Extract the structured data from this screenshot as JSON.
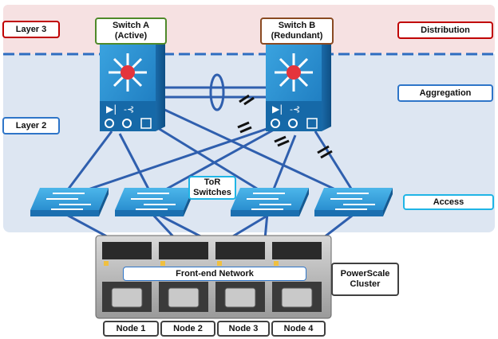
{
  "labels": {
    "layer3": "Layer 3",
    "layer2": "Layer 2",
    "distribution": "Distribution",
    "aggregation": "Aggregation",
    "access": "Access",
    "switch_a": "Switch A (Active)",
    "switch_b": "Switch B (Redundant)",
    "tor_switches": "ToR Switches",
    "frontend_network": "Front-end Network",
    "cluster": "PowerScale Cluster",
    "nodes": [
      "Node 1",
      "Node 2",
      "Node 3",
      "Node 4"
    ]
  },
  "colors": {
    "layer3_band": "#f6e1e2",
    "layer2_band": "#dde6f2",
    "switch_fill": "#2a8fd0",
    "link": "#2f5fae",
    "hub_red": "#e4343c"
  },
  "icons": {
    "core_switch": "core-switch-icon",
    "access_switch": "access-switch-icon",
    "server_node": "server-node-icon"
  }
}
